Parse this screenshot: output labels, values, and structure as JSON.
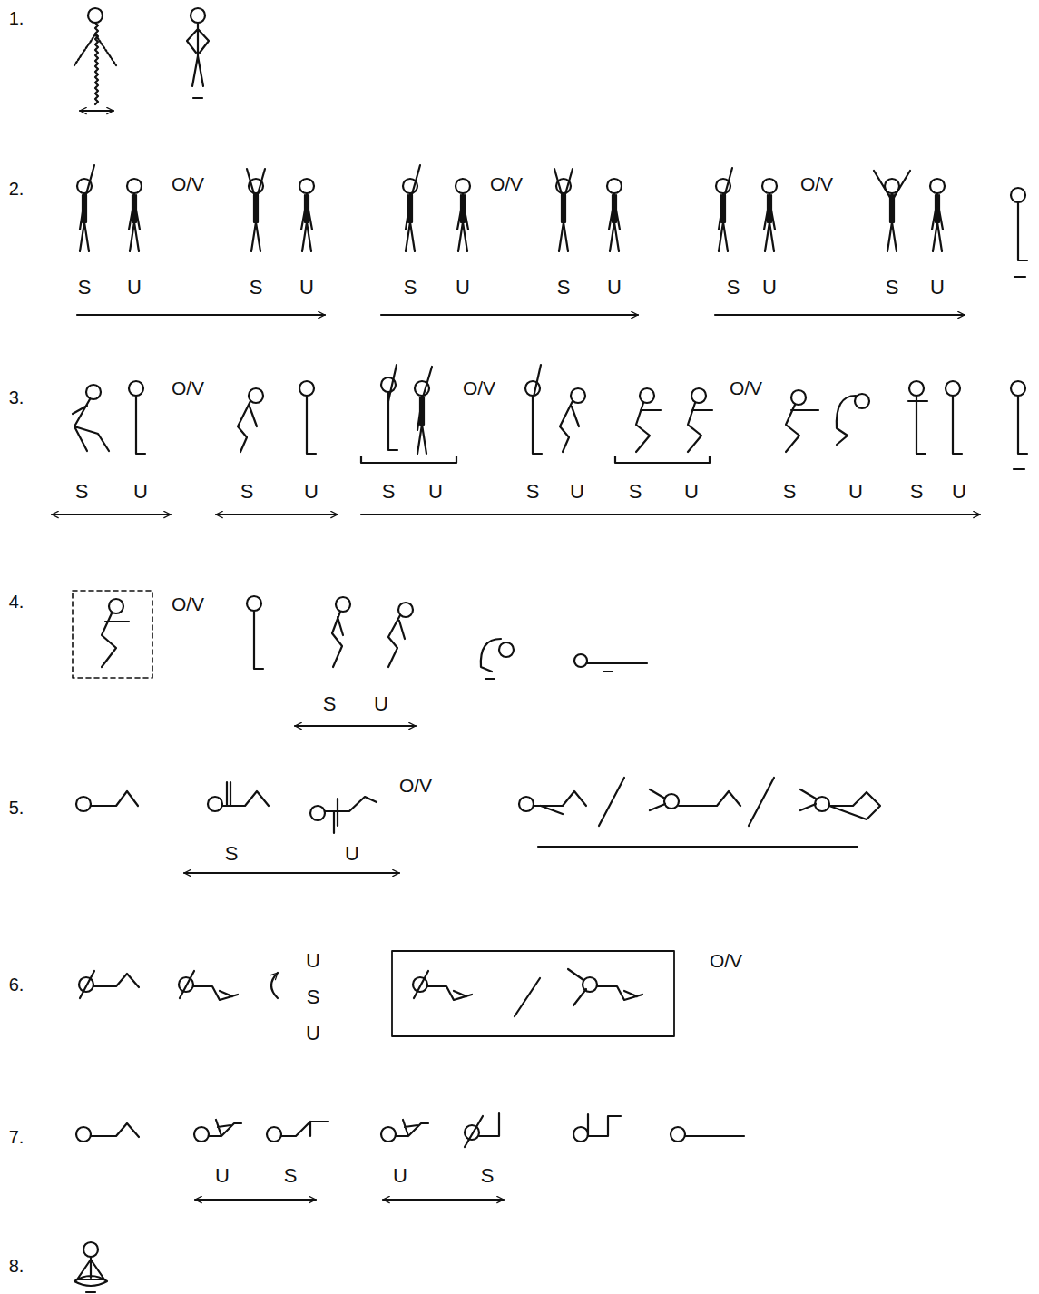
{
  "diagram": {
    "labels": [
      "1.",
      "2.",
      "O/V",
      "O/V",
      "O/V",
      "S",
      "U",
      "S",
      "U",
      "S",
      "U",
      "S",
      "U",
      "S",
      "U",
      "S",
      "U",
      "3.",
      "O/V",
      "O/V",
      "O/V",
      "S",
      "U",
      "S",
      "U",
      "S",
      "U",
      "S",
      "U",
      "S",
      "U",
      "S",
      "U",
      "S",
      "U",
      "4.",
      "O/V",
      "S",
      "U",
      "5.",
      "O/V",
      "S",
      "U",
      "6.",
      "U",
      "S",
      "U",
      "O/V",
      "7.",
      "U",
      "S",
      "U",
      "S",
      "8."
    ]
  }
}
